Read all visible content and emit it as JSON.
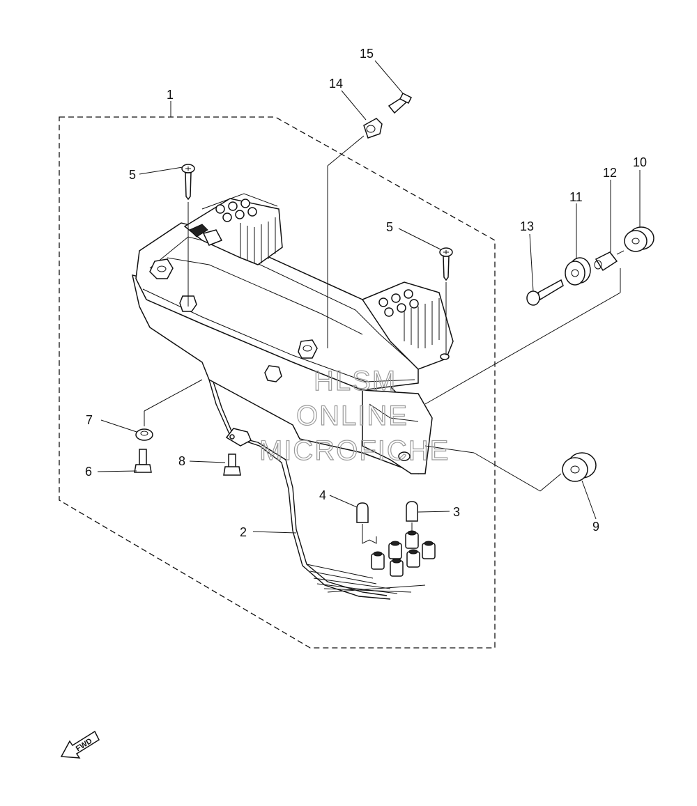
{
  "diagram": {
    "callouts": [
      {
        "id": "c1",
        "text": "1"
      },
      {
        "id": "c2",
        "text": "2"
      },
      {
        "id": "c3",
        "text": "3"
      },
      {
        "id": "c4",
        "text": "4"
      },
      {
        "id": "c5a",
        "text": "5"
      },
      {
        "id": "c5b",
        "text": "5"
      },
      {
        "id": "c6",
        "text": "6"
      },
      {
        "id": "c7",
        "text": "7"
      },
      {
        "id": "c8",
        "text": "8"
      },
      {
        "id": "c9",
        "text": "9"
      },
      {
        "id": "c10",
        "text": "10"
      },
      {
        "id": "c11",
        "text": "11"
      },
      {
        "id": "c12",
        "text": "12"
      },
      {
        "id": "c13",
        "text": "13"
      },
      {
        "id": "c14",
        "text": "14"
      },
      {
        "id": "c15",
        "text": "15"
      }
    ],
    "direction_label": "FWD",
    "watermark": {
      "line1": "HLSM",
      "line2": "ONLINE",
      "line3": "MICROFICHE"
    }
  }
}
